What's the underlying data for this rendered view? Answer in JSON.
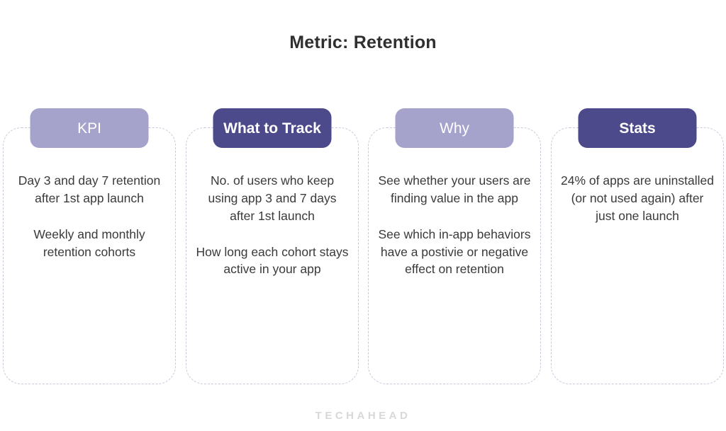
{
  "title": "Metric: Retention",
  "footer": {
    "logo_text": "TECHAHEAD"
  },
  "theme": {
    "pill_light": "#a5a2cc",
    "pill_dark": "#4d4a8c",
    "card_border": "#c9c9de",
    "title_color": "#2f2f2f",
    "body_text": "#3a3a3a",
    "footer_color": "#d8d8d8",
    "background": "#ffffff"
  },
  "columns": [
    {
      "header": "KPI",
      "style": "light",
      "paragraphs": [
        "Day 3 and day 7 retention after 1st app launch",
        "Weekly and monthly retention cohorts"
      ]
    },
    {
      "header": "What to Track",
      "style": "dark",
      "paragraphs": [
        "No. of users who keep using app 3 and 7 days after 1st launch",
        "How long each cohort stays active in your app"
      ]
    },
    {
      "header": "Why",
      "style": "light",
      "paragraphs": [
        "See whether your users are finding value in the app",
        "See which in-app behaviors have a postivie or negative effect on retention"
      ]
    },
    {
      "header": "Stats",
      "style": "dark",
      "paragraphs": [
        "24% of apps are uninstalled (or not used again) after just one launch"
      ]
    }
  ]
}
